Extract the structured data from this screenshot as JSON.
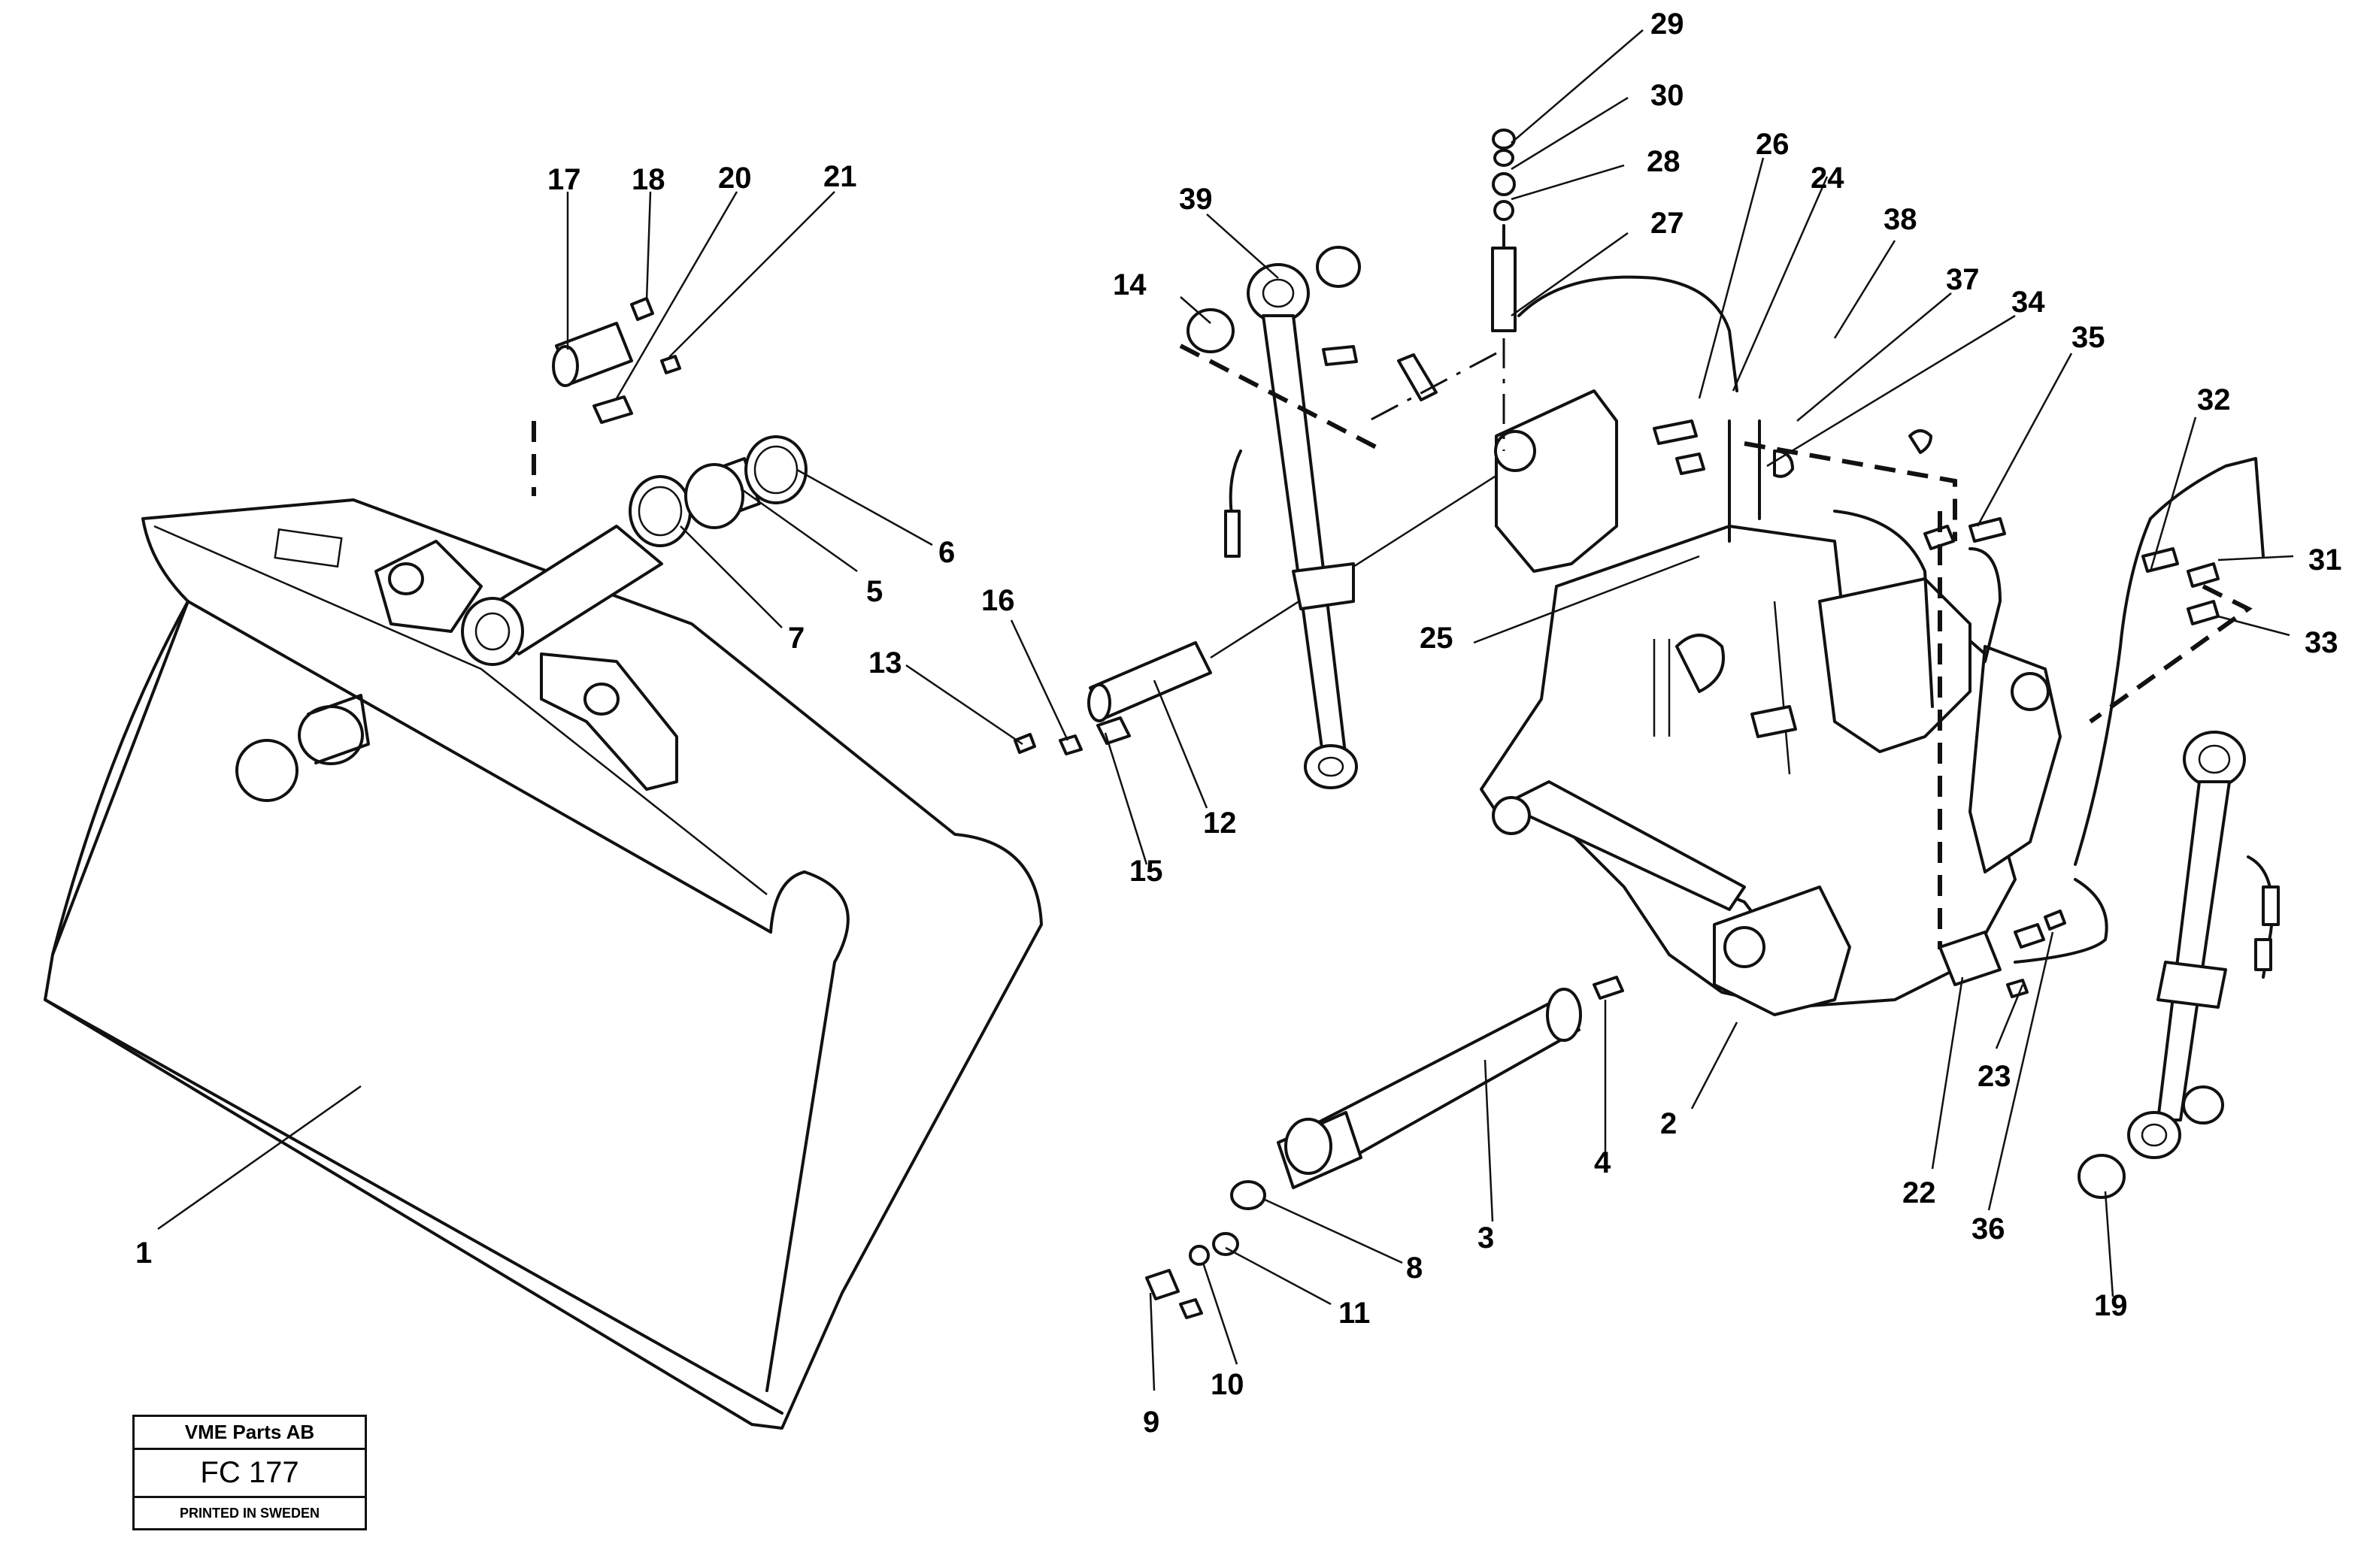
{
  "labels": [
    "1",
    "2",
    "3",
    "4",
    "5",
    "6",
    "7",
    "8",
    "9",
    "10",
    "11",
    "12",
    "13",
    "14",
    "15",
    "16",
    "17",
    "18",
    "19",
    "20",
    "21",
    "22",
    "23",
    "24",
    "25",
    "26",
    "27",
    "28",
    "29",
    "30",
    "31",
    "32",
    "33",
    "34",
    "35",
    "36",
    "37",
    "38",
    "39"
  ],
  "stamp": {
    "company": "VME Parts AB",
    "code": "FC 177",
    "printed": "PRINTED IN SWEDEN"
  }
}
